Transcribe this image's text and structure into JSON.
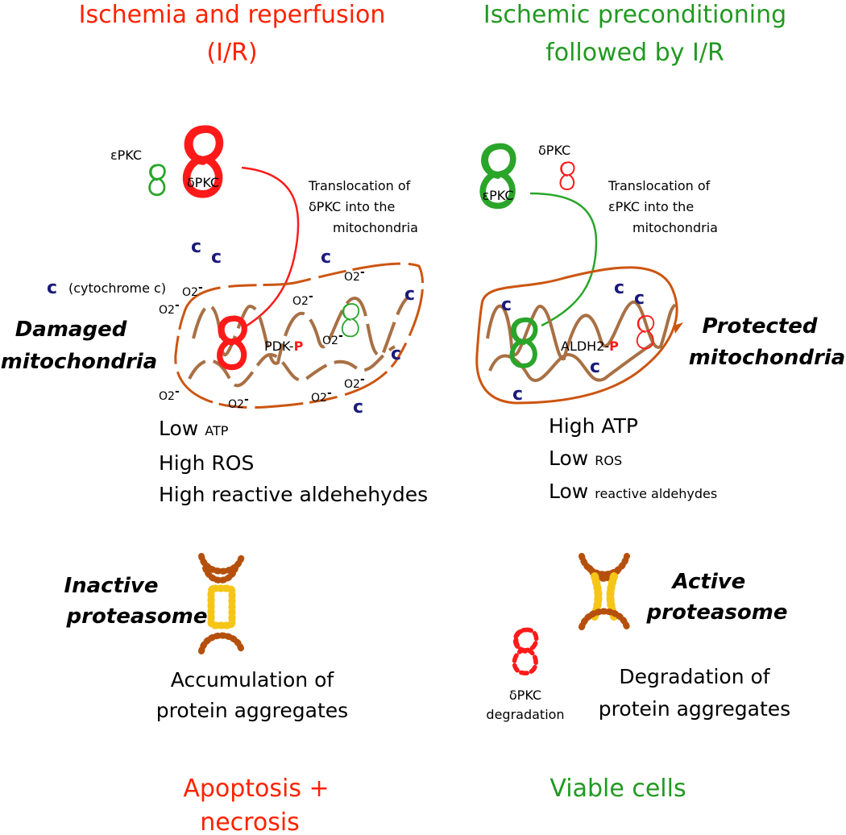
{
  "colors": {
    "red": "#ff1a1a",
    "green": "#2aa52a",
    "title_red": "#ff2200",
    "title_green": "#229922",
    "mito_outer": "#cc5510",
    "mito_inner": "#a87044",
    "cyt_c": "#1a1a7a",
    "proteasome_end": "#b5500c",
    "proteasome_core": "#f5c518"
  },
  "left": {
    "title_line1": "Ischemia and reperfusion",
    "title_line2": "(I/R)",
    "epkc_label": "εPKC",
    "dpkc_label": "δPKC",
    "translocation_line1": "Translocation of",
    "translocation_line2": "δPKC into the",
    "translocation_line3": "mitochondria",
    "cytochrome_symbol": "c",
    "cytochrome_label": "(cytochrome c)",
    "superoxide_label": "O2",
    "superoxide_charge": "-",
    "mito_label_line1": "Damaged",
    "mito_label_line2": "mitochondria",
    "phospho_target": "PDK-",
    "phospho_p": "P",
    "status1_a": "Low",
    "status1_b": "ATP",
    "status2": "High ROS",
    "status3": "High reactive aldehehydes",
    "proteasome_label_line1": "Inactive",
    "proteasome_label_line2": "proteasome",
    "outcome_line1": "Accumulation of",
    "outcome_line2": "protein aggregates",
    "fate_line1": "Apoptosis +",
    "fate_line2": "necrosis"
  },
  "right": {
    "title_line1": "Ischemic preconditioning",
    "title_line2": "followed by I/R",
    "dpkc_label": "δPKC",
    "epkc_label": "εPKC",
    "translocation_line1": "Translocation of",
    "translocation_line2": "εPKC into the",
    "translocation_line3": "mitochondria",
    "cytochrome_symbol": "c",
    "mito_label_line1": "Protected",
    "mito_label_line2": "mitochondria",
    "phospho_target": "ALDH2-",
    "phospho_p": "P",
    "status1": "High ATP",
    "status2_a": "Low",
    "status2_b": "ROS",
    "status3_a": "Low",
    "status3_b": "reactive aldehydes",
    "proteasome_label_line1": "Active",
    "proteasome_label_line2": "proteasome",
    "degradation_line1": "δPKC",
    "degradation_line2": "degradation",
    "outcome_line1": "Degradation of",
    "outcome_line2": "protein aggregates",
    "fate": "Viable cells"
  }
}
